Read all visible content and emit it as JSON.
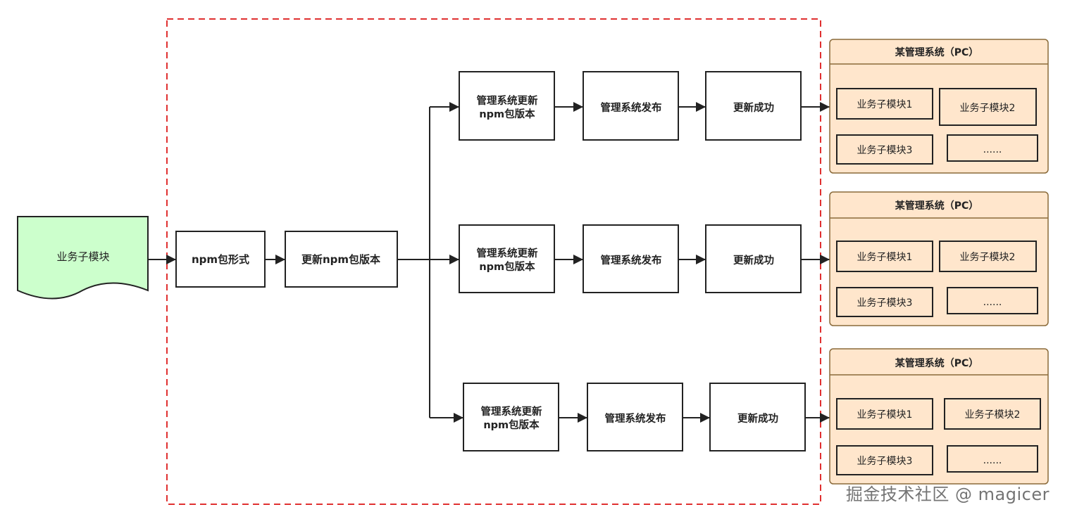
{
  "source": {
    "label": "业务子模块",
    "fill": "#ccffcc"
  },
  "pipeline": {
    "package_form": "npm包形式",
    "update_version": "更新npm包版本"
  },
  "branches": [
    {
      "update": [
        "管理系统更新",
        "npm包版本"
      ],
      "publish": "管理系统发布",
      "success": "更新成功"
    },
    {
      "update": [
        "管理系统更新",
        "npm包版本"
      ],
      "publish": "管理系统发布",
      "success": "更新成功"
    },
    {
      "update": [
        "管理系统更新",
        "npm包版本"
      ],
      "publish": "管理系统发布",
      "success": "更新成功"
    }
  ],
  "systems": [
    {
      "title": "某管理系统（PC）",
      "modules": [
        "业务子模块1",
        "业务子模块2",
        "业务子模块3",
        "......"
      ]
    },
    {
      "title": "某管理系统（PC）",
      "modules": [
        "业务子模块1",
        "业务子模块2",
        "业务子模块3",
        "......"
      ]
    },
    {
      "title": "某管理系统（PC）",
      "modules": [
        "业务子模块1",
        "业务子模块2",
        "业务子模块3",
        "......"
      ]
    }
  ],
  "watermark": "掘金技术社区 @ magicer",
  "colors": {
    "system_fill": "#ffe6cc",
    "system_border": "#d79b00",
    "boundary": "#e03030",
    "stroke": "#222222"
  }
}
